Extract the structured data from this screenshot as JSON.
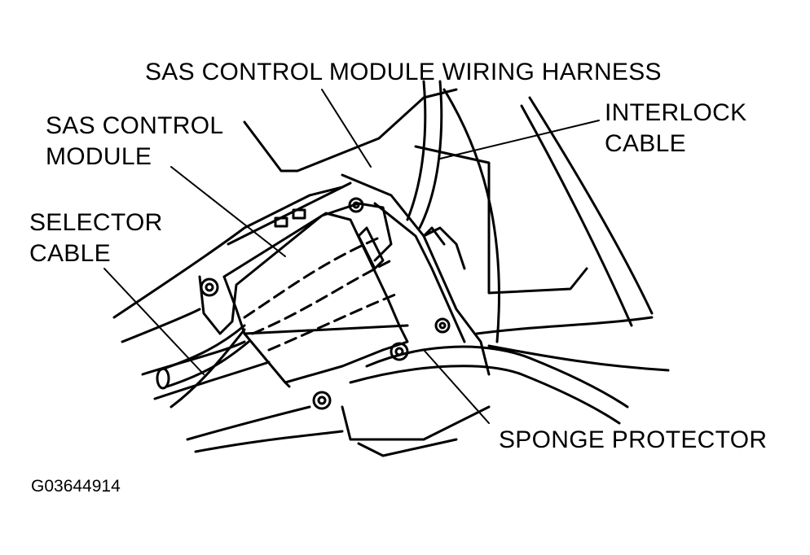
{
  "diagram": {
    "labels": {
      "wiring_harness": "SAS CONTROL MODULE WIRING HARNESS",
      "interlock_cable": [
        "INTERLOCK",
        "CABLE"
      ],
      "control_module": [
        "SAS CONTROL",
        "MODULE"
      ],
      "selector_cable": [
        "SELECTOR",
        "CABLE"
      ],
      "sponge_protector": "SPONGE PROTECTOR"
    },
    "figure_id": "G03644914",
    "colors": {
      "ink": "#000000",
      "paper": "#ffffff"
    }
  }
}
